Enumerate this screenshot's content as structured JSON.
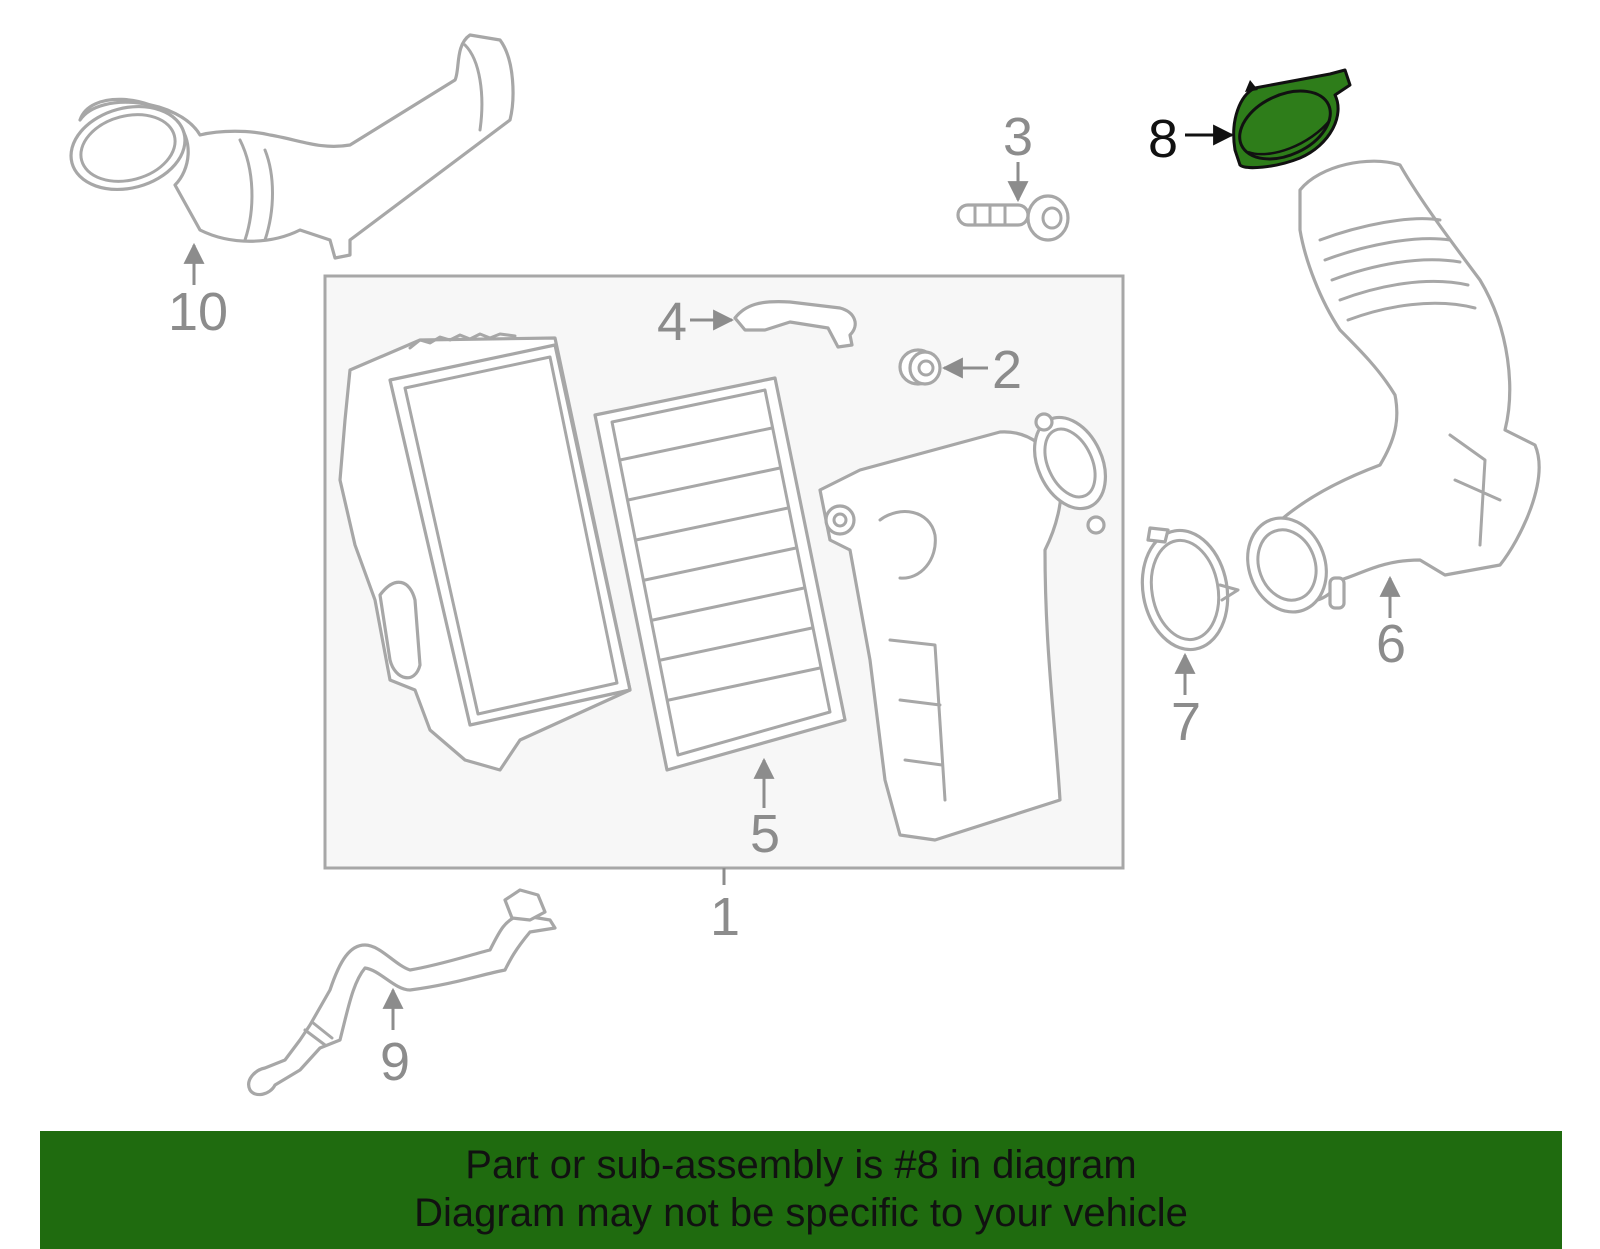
{
  "banner": {
    "line1": "Part or sub-assembly is #8 in diagram",
    "line2": "Diagram may not be specific to your vehicle"
  },
  "callouts": [
    "1",
    "2",
    "3",
    "4",
    "5",
    "6",
    "7",
    "8",
    "9",
    "10"
  ],
  "highlight_color": "#2e7d1a",
  "banner_color": "#1f6b0f",
  "part_stroke_color": "#a7a7a7"
}
